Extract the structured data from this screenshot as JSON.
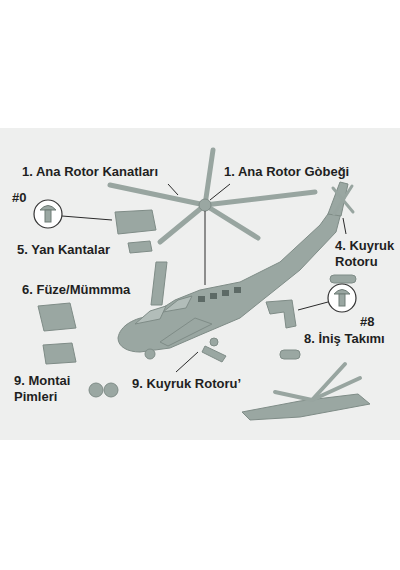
{
  "diagram": {
    "labels": [
      "1. Ana Rotor Kanatları",
      "1. Ana Rotor Gòbeği",
      "#0",
      "5. Yan Kantalar",
      "4. Kuyruk Rotoru",
      "6. Füze/Mümmma",
      "#8",
      "8. İniş Takımı",
      "9. Montai Pimleri",
      "9. Kuyruk Rotoru’"
    ]
  }
}
